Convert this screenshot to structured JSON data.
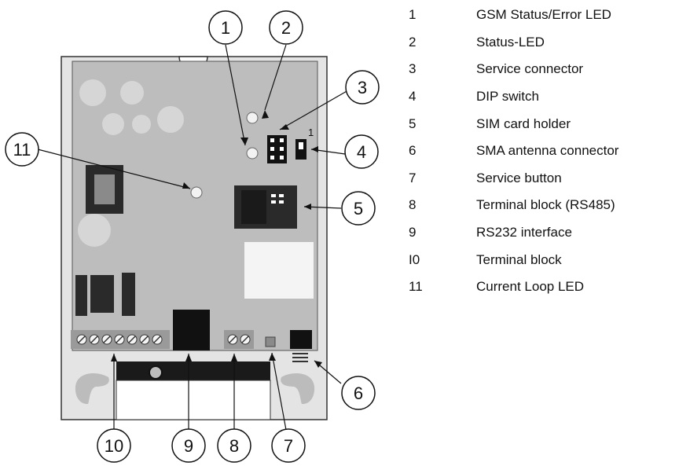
{
  "legend": [
    {
      "num": "1",
      "desc": "GSM Status/Error LED"
    },
    {
      "num": "2",
      "desc": "Status-LED"
    },
    {
      "num": "3",
      "desc": "Service connector"
    },
    {
      "num": "4",
      "desc": "DIP switch"
    },
    {
      "num": "5",
      "desc": "SIM card holder"
    },
    {
      "num": "6",
      "desc": "SMA antenna connector"
    },
    {
      "num": "7",
      "desc": "Service button"
    },
    {
      "num": "8",
      "desc": "Terminal block (RS485)"
    },
    {
      "num": "9",
      "desc": "RS232 interface"
    },
    {
      "num": "I0",
      "desc": "Terminal block"
    },
    {
      "num": "11",
      "desc": "Current Loop LED"
    }
  ],
  "callouts": {
    "c1": "1",
    "c2": "2",
    "c3": "3",
    "c4": "4",
    "c5": "5",
    "c6": "6",
    "c7": "7",
    "c8": "8",
    "c9": "9",
    "c10": "10",
    "c11": "11"
  },
  "dip_label": "1"
}
